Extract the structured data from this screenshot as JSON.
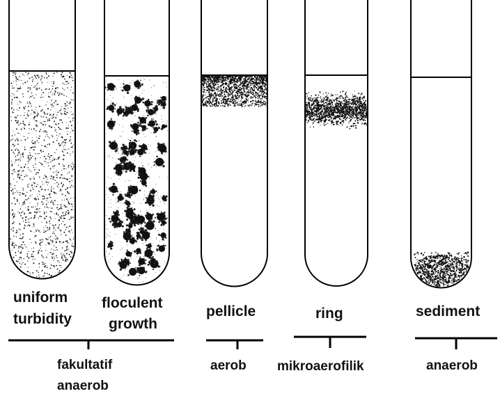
{
  "diagram": {
    "tubes": [
      {
        "id": "uniform-turbidity",
        "label_lines": [
          "uniform",
          "turbidity"
        ],
        "growth": "uniform"
      },
      {
        "id": "floculent-growth",
        "label_lines": [
          "floculent",
          "growth"
        ],
        "growth": "floculent"
      },
      {
        "id": "pellicle",
        "label_lines": [
          "pellicle"
        ],
        "growth": "pellicle"
      },
      {
        "id": "ring",
        "label_lines": [
          "ring"
        ],
        "growth": "ring"
      },
      {
        "id": "sediment",
        "label_lines": [
          "sediment"
        ],
        "growth": "sediment"
      }
    ],
    "groups": [
      {
        "id": "fakultatif-anaerob",
        "label_lines": [
          "fakultatif",
          "anaerob"
        ]
      },
      {
        "id": "aerob",
        "label_lines": [
          "aerob"
        ]
      },
      {
        "id": "mikroaerofilik",
        "label_lines": [
          "mikroaerofilik"
        ]
      },
      {
        "id": "anaerob",
        "label_lines": [
          "anaerob"
        ]
      }
    ]
  }
}
